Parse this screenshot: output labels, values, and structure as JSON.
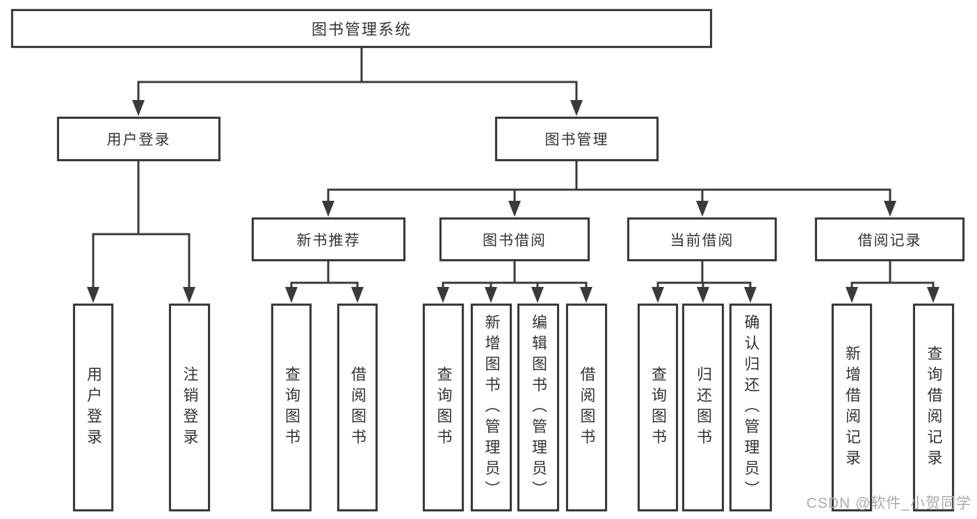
{
  "title": "图书管理系统",
  "watermark": "CSDN @软件_小贺同学",
  "colors": {
    "line": "#3a3a3a",
    "border": "#3a3a3a",
    "text": "#333333",
    "background": "#ffffff",
    "watermark": "#ababab"
  },
  "nodes": {
    "root": {
      "label": "图书管理系统"
    },
    "level2": [
      {
        "label": "用户登录"
      },
      {
        "label": "图书管理"
      }
    ],
    "level3": [
      {
        "label": "新书推荐"
      },
      {
        "label": "图书借阅"
      },
      {
        "label": "当前借阅"
      },
      {
        "label": "借阅记录"
      }
    ],
    "leaves": {
      "user_login": [
        "用户登录",
        "注销登录"
      ],
      "new_book": [
        "查询图书",
        "借阅图书"
      ],
      "book_borrow": [
        "查询图书",
        "新增图书（管理员）",
        "编辑图书（管理员）",
        "借阅图书"
      ],
      "current_borrow": [
        "查询图书",
        "归还图书",
        "确认归还（管理员）"
      ],
      "borrow_record": [
        "新增借阅记录",
        "查询借阅记录"
      ]
    }
  }
}
